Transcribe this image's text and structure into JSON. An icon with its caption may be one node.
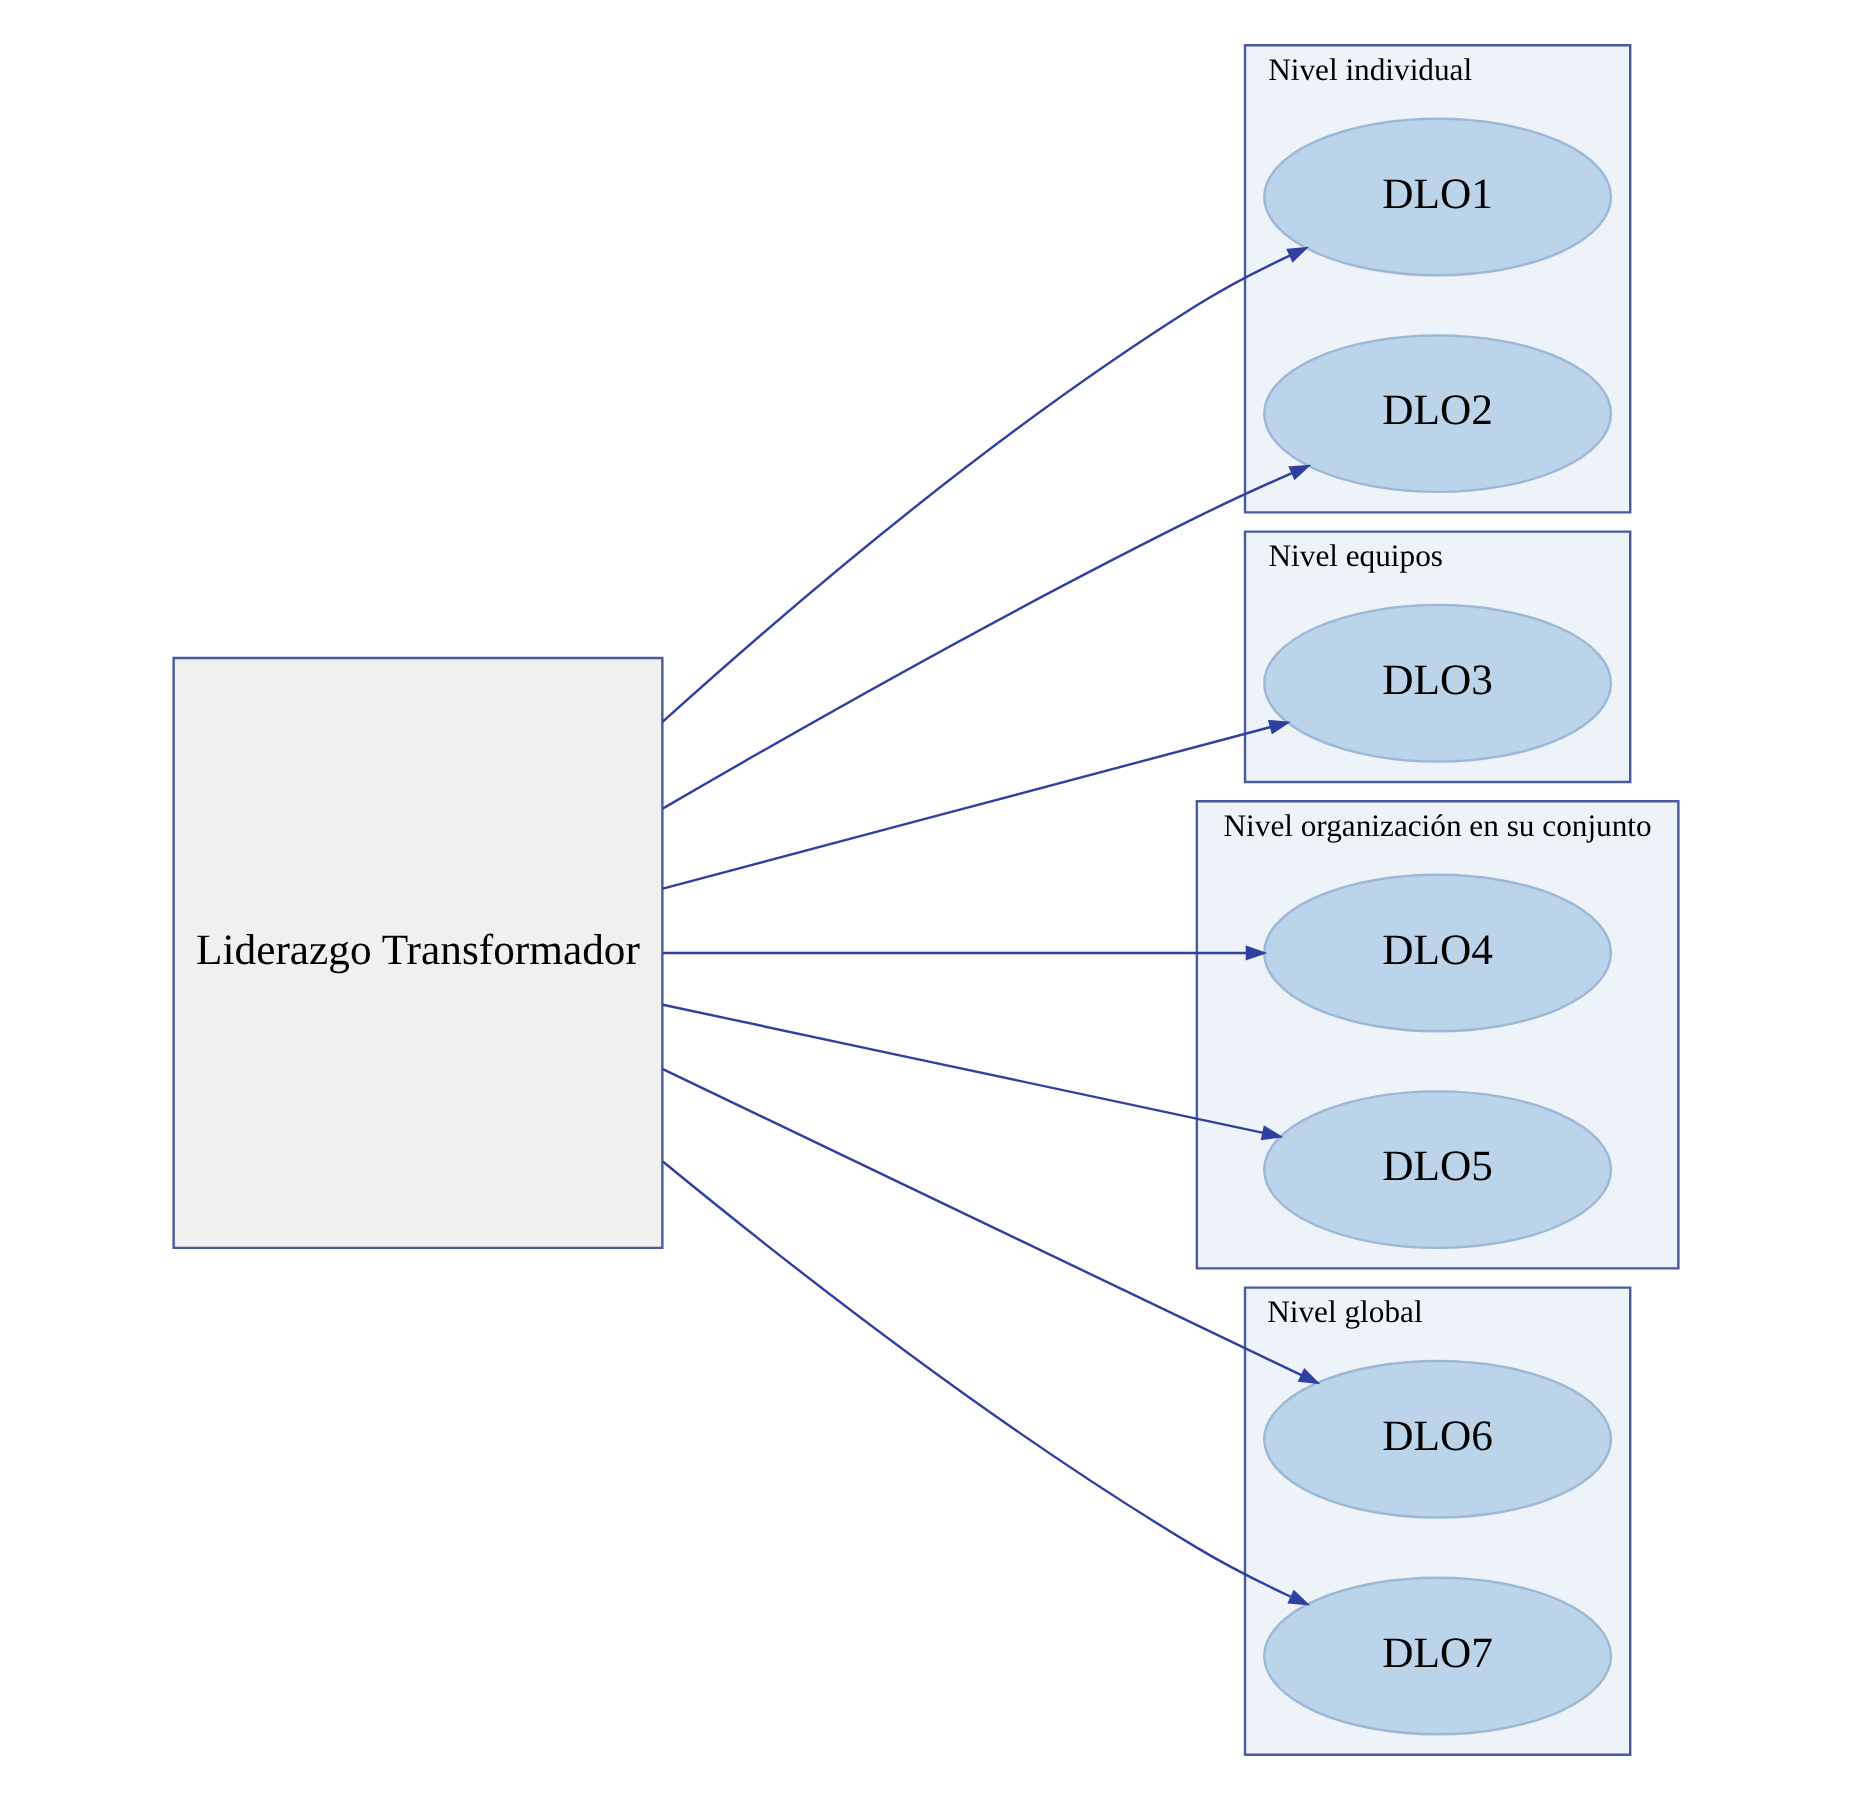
{
  "diagram": {
    "nodes": [
      {
        "text": [
          "Liderazgo Transformador"
        ]
      },
      {
        "text": [
          "Nivel individual"
        ]
      },
      {
        "text": [
          "DLO1"
        ],
        "in": 1
      },
      {
        "text": [
          "DLO2"
        ],
        "in": 1
      },
      {
        "text": [
          "Nivel equipos"
        ]
      },
      {
        "text": [
          "DLO3"
        ],
        "in": 4
      },
      {
        "text": [
          "Nivel organización en su conjunto"
        ]
      },
      {
        "text": [
          "DLO4"
        ],
        "in": 6
      },
      {
        "text": [
          "DLO5"
        ],
        "in": 6
      },
      {
        "text": [
          "Nivel global"
        ]
      },
      {
        "text": [
          "DLO6"
        ],
        "in": 9
      },
      {
        "text": [
          "DLO7"
        ],
        "in": 9
      }
    ],
    "edges": [
      {
        "from": 0,
        "to": 2,
        "arrow": "to"
      },
      {
        "from": 0,
        "to": 3,
        "arrow": "to"
      },
      {
        "from": 0,
        "to": 5,
        "arrow": "to"
      },
      {
        "from": 0,
        "to": 7,
        "arrow": "to"
      },
      {
        "from": 0,
        "to": 8,
        "arrow": "to"
      },
      {
        "from": 0,
        "to": 10,
        "arrow": "to"
      },
      {
        "from": 0,
        "to": 11,
        "arrow": "to"
      }
    ]
  }
}
